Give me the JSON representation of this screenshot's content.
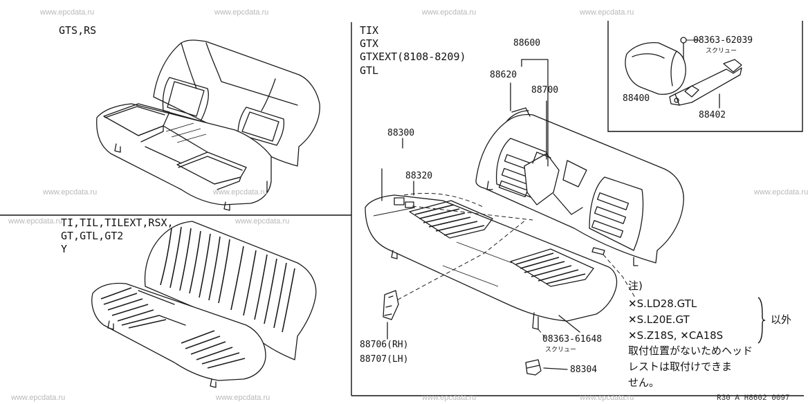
{
  "watermark": "www.epcdata.ru",
  "variants": {
    "top_left": [
      "GTS,RS"
    ],
    "bottom_left": [
      "TI,TIL,TILEXT,RSX,",
      "GT,GTL,GT2",
      "Y"
    ],
    "right": [
      "TIX",
      "GTX",
      "GTXEXT(8108-8209)",
      "GTL"
    ]
  },
  "parts": {
    "p88600": "88600",
    "p88620": "88620",
    "p88700": "88700",
    "p88300": "88300",
    "p88320": "88320",
    "p88400": "88400",
    "p88402": "88402",
    "screw_62039": "08363-62039",
    "screw_61648": "08363-61648",
    "screw_word": "スクリュー",
    "p88706": "88706(RH)",
    "p88707": "88707(LH)",
    "p88304": "88304"
  },
  "note": {
    "heading": "注)",
    "line1": "✕S.LD28.GTL",
    "line2": "✕S.L20E.GT",
    "line3": "✕S.Z18S, ✕CA18S",
    "except": "以外",
    "line4": "取付位置がないためヘッド",
    "line5": "レストは取付けできま",
    "line6": "せん。"
  },
  "reference": "R30 A H8602 0097"
}
